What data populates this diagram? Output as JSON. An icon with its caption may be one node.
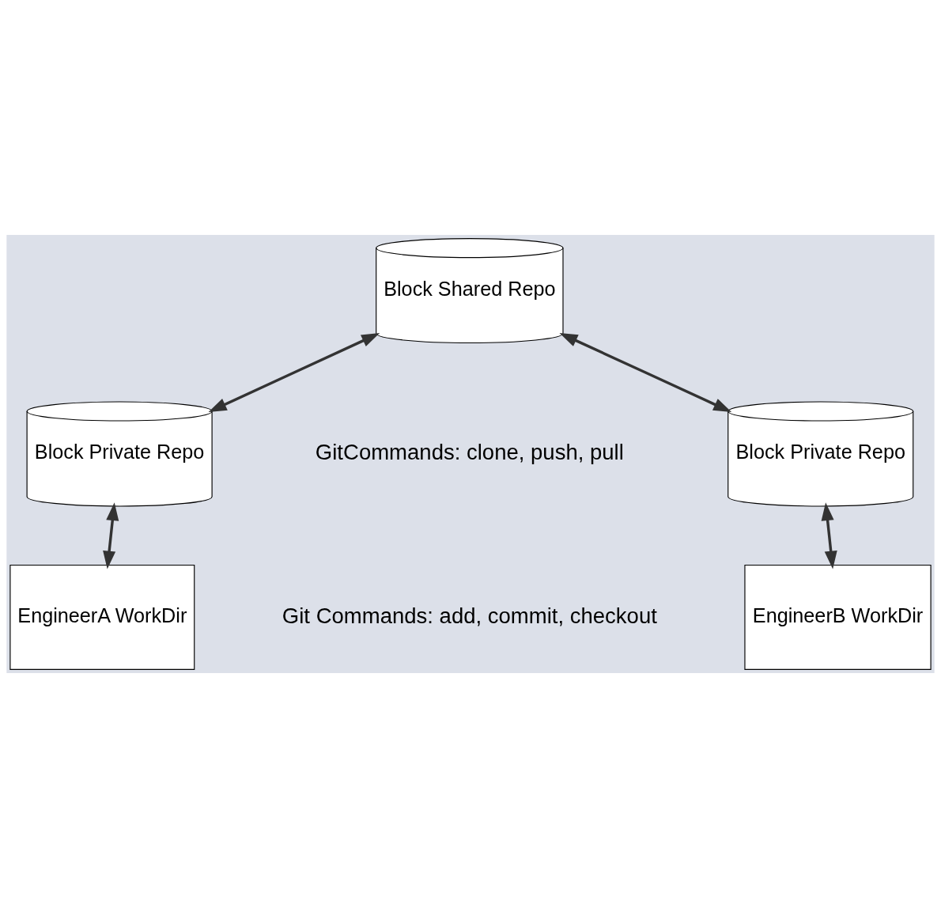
{
  "diagram": {
    "nodes": [
      {
        "text": [
          "Block Shared Repo"
        ]
      },
      {
        "text": [
          "Block Private Repo"
        ]
      },
      {
        "text": [
          "Block Private Repo"
        ]
      },
      {
        "text": [
          "EngineerA WorkDir"
        ]
      },
      {
        "text": [
          "EngineerB WorkDir"
        ]
      }
    ],
    "edges": [
      {
        "from": 1,
        "to": 0,
        "arrow": "both"
      },
      {
        "from": 2,
        "to": 0,
        "arrow": "both"
      },
      {
        "from": 1,
        "to": 3,
        "arrow": "both"
      },
      {
        "from": 2,
        "to": 4,
        "arrow": "both"
      }
    ],
    "labels": [
      "GitCommands: clone, push, pull",
      "Git Commands: add, commit, checkout"
    ]
  }
}
